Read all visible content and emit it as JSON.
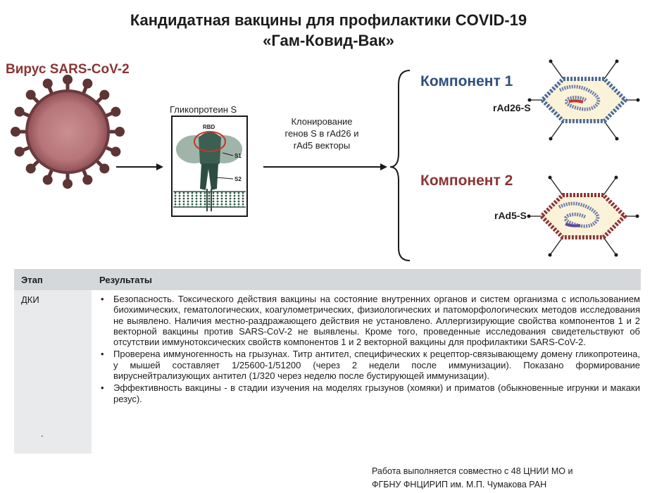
{
  "title": {
    "line1": "Кандидатная вакцины для профилактики COVID-19",
    "line2": "«Гам-Ковид-Вак»"
  },
  "virus_label": "Вирус SARS-CoV-2",
  "glycoprotein": {
    "label": "Гликопротеин S",
    "parts": [
      "RBD",
      "S1",
      "S2"
    ]
  },
  "cloning_label": {
    "line1": "Клонирование",
    "line2": "генов S в rAd26 и",
    "line3": "rAd5 векторы"
  },
  "components": [
    {
      "label": "Компонент 1",
      "vector": "rAd26-S",
      "color": "#2f4f7f"
    },
    {
      "label": "Компонент 2",
      "vector": "rAd5-S",
      "color": "#8b3535"
    }
  ],
  "table": {
    "headers": [
      "Этап",
      "Результаты"
    ],
    "stage": "ДКИ",
    "stage_mark": ".",
    "bullet_mark": "•",
    "results": [
      "Безопасность. Токсического действия вакцины на состояние внутренних органов и систем организма с использованием биохимических, гематологических, коагулометрических, физиологических и патоморфологических методов исследования не выявлено. Наличия местно-раздражающего действия не установлено. Аллергизирующие свойства компонентов 1 и 2 векторной вакцины против SARS-CoV-2 не выявлены. Кроме того, проведенные исследования свидетельствуют об отсутствии иммунотоксических свойств компонентов 1 и 2 векторной вакцины для профилактики SARS-CoV-2.",
      "Проверена иммуногенность на грызунах. Титр антител, специфических к рецептор-связывающему домену гликопротеина, у мышей составляет 1/25600-1/51200 (через 2 недели после иммунизации). Показано формирование вируснейтрализующих антител (1/320 через неделю после бустирующей иммунизации).",
      "Эффективность вакцины - в стадии изучения на моделях грызунов (хомяки) и приматов (обыкновенные игрунки и макаки резус)."
    ]
  },
  "footer": {
    "line1": "Работа выполняется совместно с 48 ЦНИИ МО и",
    "line2": "ФГБНУ ФНЦИРИП им. М.П. Чумакова РАН"
  }
}
